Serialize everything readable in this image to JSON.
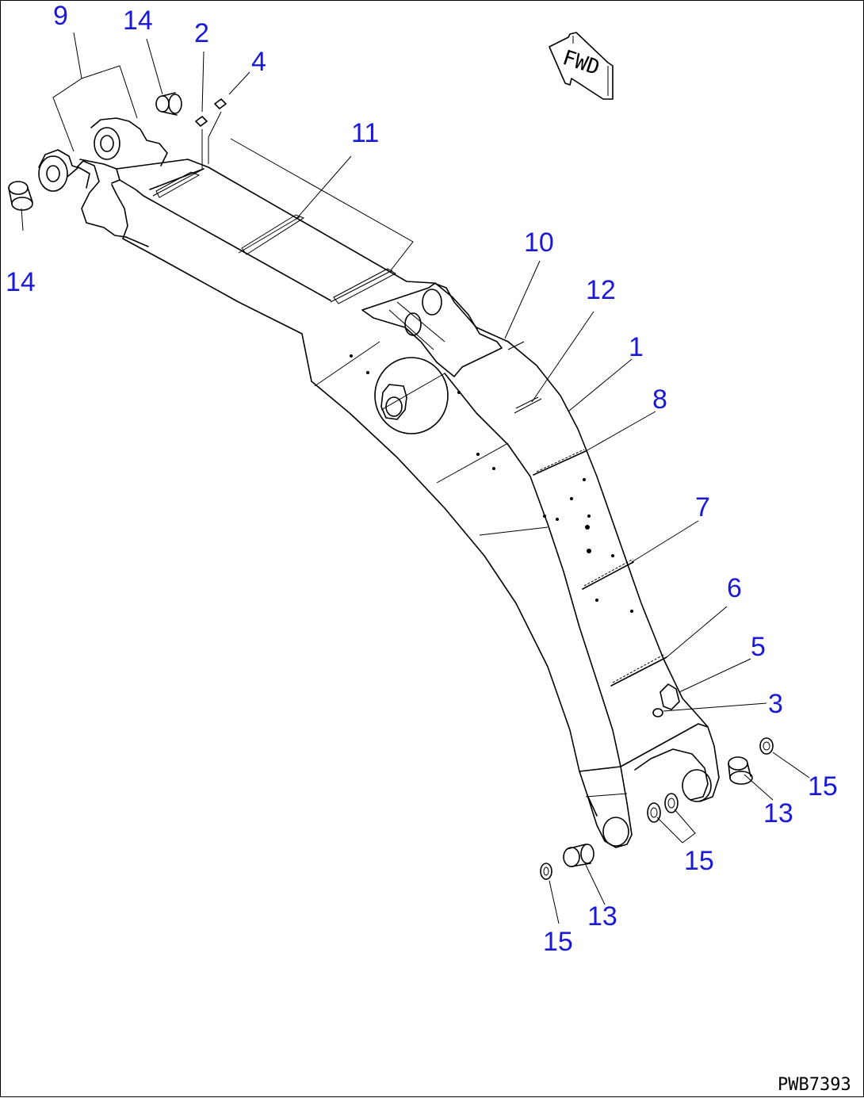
{
  "diagram": {
    "drawing_code": "PWB7393",
    "direction_label": "FWD",
    "callout_color": "#1a1ad6",
    "line_color": "#000000",
    "callouts": [
      "1",
      "2",
      "3",
      "4",
      "5",
      "6",
      "7",
      "8",
      "9",
      "10",
      "11",
      "12",
      "13",
      "13",
      "14",
      "14",
      "15",
      "15",
      "15"
    ]
  }
}
